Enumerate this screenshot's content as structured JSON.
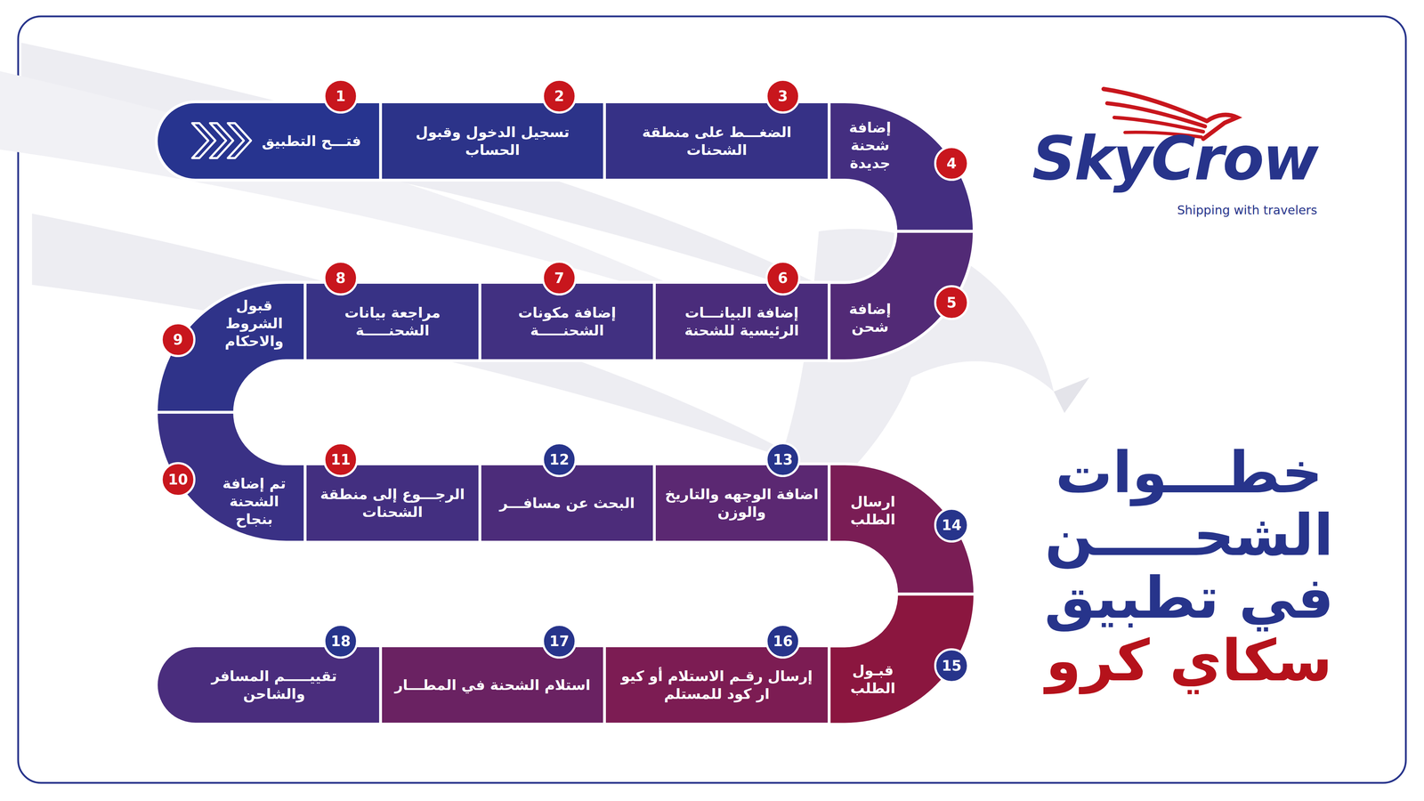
{
  "diagram": {
    "title": "خطـــوات الشحـــــن في تطبيق سكاي كرو",
    "nodes": [
      {
        "text": [
          "فتـــح التطبيق"
        ]
      },
      {
        "text": [
          "تسجيل الدخول وقبول الحساب"
        ]
      },
      {
        "text": [
          "الضغـــط على منطقة الشحنات"
        ]
      },
      {
        "text": [
          "إضافة شحنة جديدة"
        ]
      },
      {
        "text": [
          "إضافة شحن"
        ]
      },
      {
        "text": [
          "إضافة البيانـــات الرئيسية للشحنة"
        ]
      },
      {
        "text": [
          "إضافة مكونات الشحنـــــة"
        ]
      },
      {
        "text": [
          "مراجعة بيانات الشحنـــــة"
        ]
      },
      {
        "text": [
          "قبول الشروط والاحكام"
        ]
      },
      {
        "text": [
          "تم إضافة الشحنة بنجاح"
        ]
      },
      {
        "text": [
          "الرجـــوع إلى منطقة الشحنات"
        ]
      },
      {
        "text": [
          "البحث عن مسافـــر"
        ]
      },
      {
        "text": [
          "اضافة الوجهه والتاريخ والوزن"
        ]
      },
      {
        "text": [
          "ارسال الطلب"
        ]
      },
      {
        "text": [
          "قبـول الطلب"
        ]
      },
      {
        "text": [
          "إرسال رقـم الاستلام أو كيو ار كود للمستلم"
        ]
      },
      {
        "text": [
          "استلام الشحنة في المطـــار"
        ]
      },
      {
        "text": [
          "تقييـــــم المسافر والشاحن"
        ]
      }
    ],
    "labels": [
      "SkyCrow",
      "Shipping with travelers",
      "1",
      "2",
      "3",
      "4",
      "5",
      "6",
      "7",
      "8",
      "9",
      "10",
      "11",
      "12",
      "13",
      "14",
      "15",
      "16",
      "17",
      "18"
    ]
  }
}
